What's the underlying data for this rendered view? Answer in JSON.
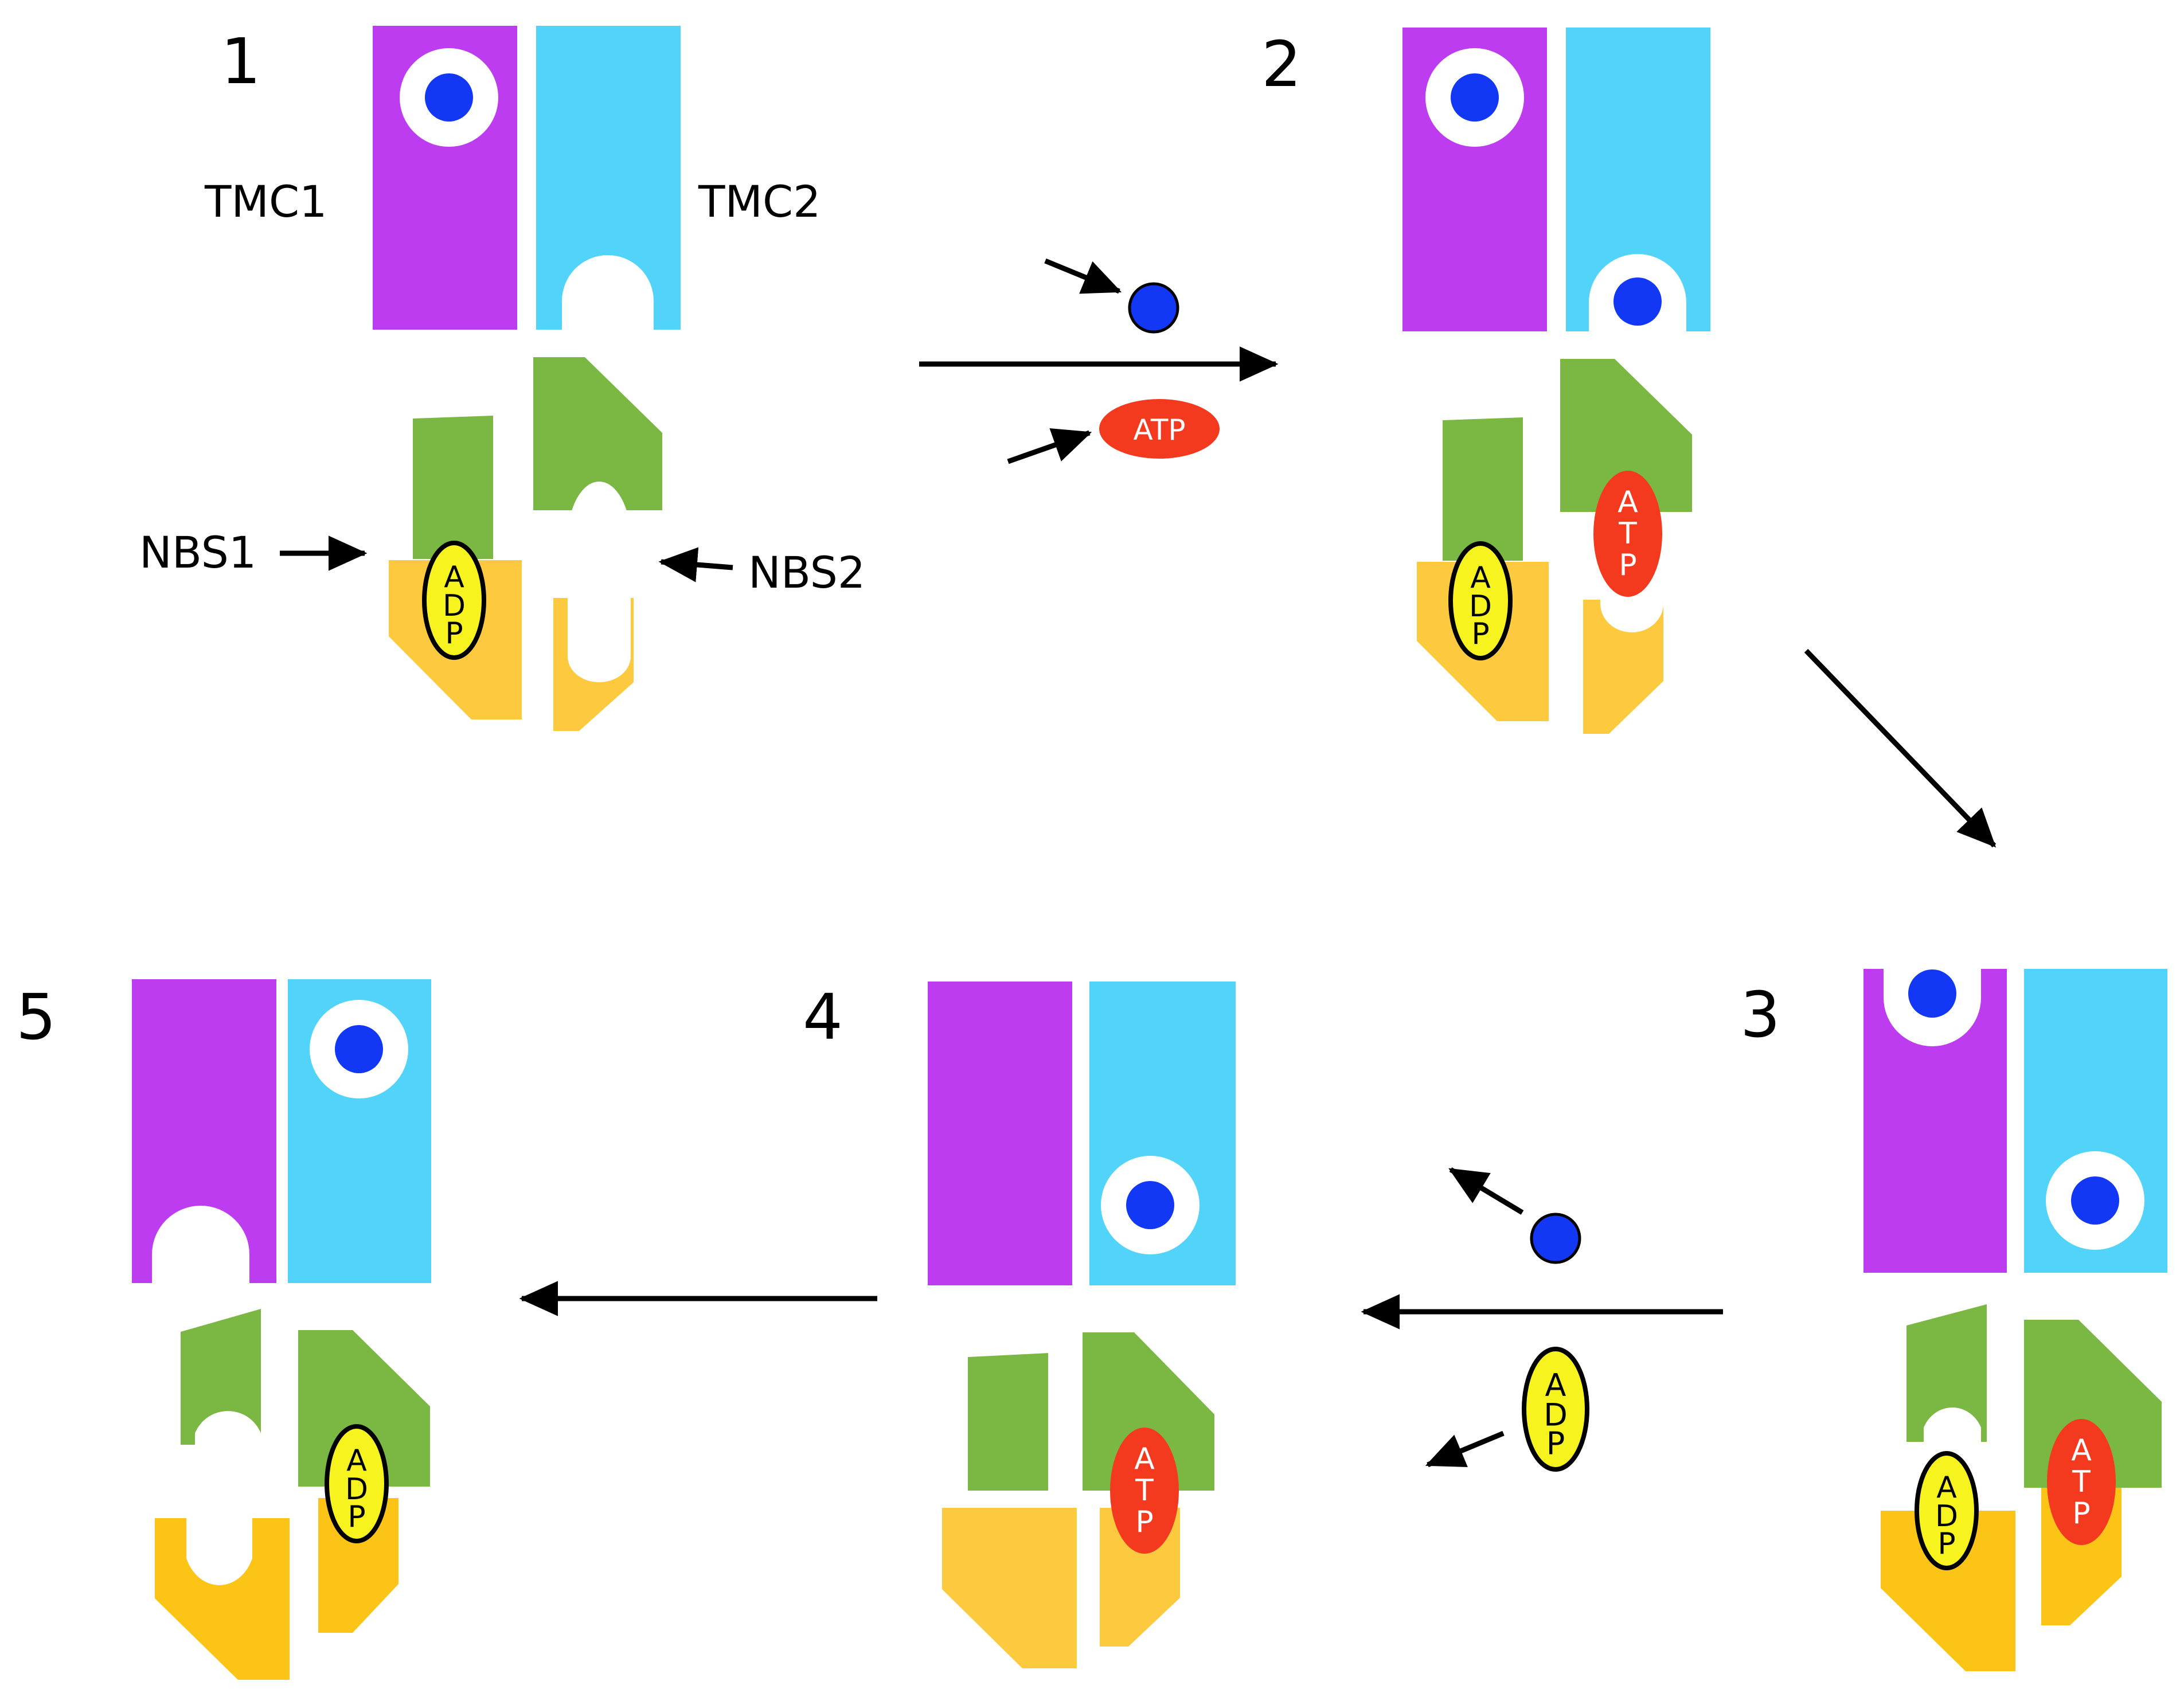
{
  "colors": {
    "tmc1": "#BE3CF0",
    "tmc2": "#52D3FA",
    "nbd_top": "#7AB843",
    "nbd_bottom": "#FDC93F",
    "nbd_bottom_dark": "#FCC416",
    "substrate": "#1238F5",
    "atp": "#F33A1F",
    "adp": "#F6F31F",
    "outline": "#000000",
    "background": "#FFFFFF"
  },
  "labels": {
    "tmc1": "TMC1",
    "tmc2": "TMC2",
    "nbs1": "NBS1",
    "nbs2": "NBS2",
    "atp": "ATP",
    "atp_letters": [
      "A",
      "T",
      "P"
    ],
    "adp_letters": [
      "A",
      "D",
      "P"
    ]
  },
  "stages": [
    {
      "number": "1"
    },
    {
      "number": "2"
    },
    {
      "number": "3"
    },
    {
      "number": "4"
    },
    {
      "number": "5"
    }
  ],
  "icons": {
    "substrate": "blue-sphere",
    "arrow": "black-arrow"
  }
}
